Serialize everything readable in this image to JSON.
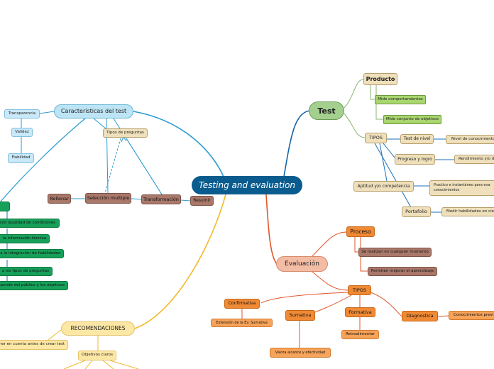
{
  "central": "Testing and evaluation",
  "test": {
    "label": "Test",
    "producto": {
      "label": "Producto",
      "items": [
        "Mide comportamientos",
        "Mide conjunto de objetivos"
      ]
    },
    "tipos": {
      "label": "TIPOS",
      "test_de_nivel": {
        "label": "Test de nivel",
        "desc": "Nivel de conocimiento"
      },
      "progreso_y_logro": {
        "label": "Progreso y logro",
        "desc": "Rendimiento y/o d"
      },
      "aptitud": {
        "label": "Aptitud y/o competencia",
        "desc_line1": "Practico e instantáneo para eva",
        "desc_line2": "conocimientos"
      },
      "portafolio": {
        "label": "Portafolio",
        "desc": "Medir habilidades en cie"
      }
    }
  },
  "caracteristicas": {
    "label": "Características del test",
    "transparencia": "Transparencia",
    "validez": "Validez",
    "fiabilidad": "Fiabilidad",
    "tipos_de_preguntas": "Tipos de preguntas",
    "seleccion_multiple": "Selección multiple",
    "rellenar": "Rellenar",
    "transformacion": "Transformación",
    "resumir": "Resumir"
  },
  "left_items": [
    "con igualdad de condiciones",
    "la información técnica",
    "a la integración de habilidades",
    "a los tipos de preguntas",
    "depende del público y los objetivos"
  ],
  "evaluacion": {
    "label": "Evaluación",
    "proceso": {
      "label": "Proceso",
      "items": [
        "Se realizan en cualquier momento",
        "Permiten mejorar el aprendizaje"
      ]
    },
    "tipos": {
      "label": "TIPOS",
      "confirmativa": {
        "label": "Confirmativa",
        "desc": "Extensión de la Ev. Sumativa"
      },
      "sumativa": {
        "label": "Sumativa",
        "desc": "Valora alcance y efectividad"
      },
      "formativa": {
        "label": "Formativa",
        "desc": "Retroalimentar"
      },
      "diagnostica": {
        "label": "Diagnostica",
        "desc": "Conocimientos previ"
      }
    }
  },
  "recomendaciones": {
    "label": "RECOMENDACIONES",
    "tener_en_cuenta": "ner en cuenta antes de crear test",
    "objetivos_claros": "Objetivos claros"
  },
  "colors": {
    "central": "#0a5c8f",
    "test_branch": "#1565a8",
    "caract_branch": "#2a9bd0",
    "eval_branch": "#e0562a",
    "recom_branch": "#f2b92a",
    "test_leaf_branch": "#8ab670"
  }
}
